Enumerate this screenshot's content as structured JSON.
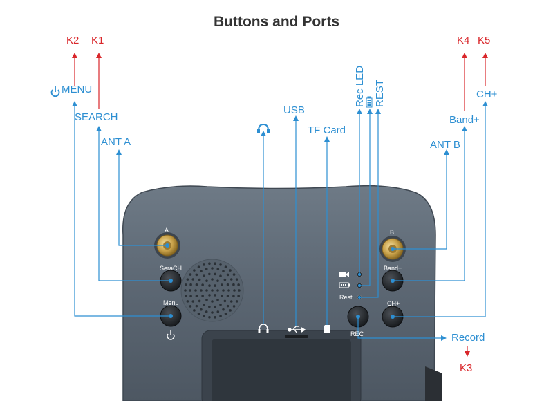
{
  "title": "Buttons and Ports",
  "colors": {
    "callout": "#2d8fd2",
    "key": "#d9262a",
    "device": "#5c6773"
  },
  "callouts": {
    "menu": "MENU",
    "search": "SEARCH",
    "ant_a": "ANT A",
    "usb": "USB",
    "tf_card": "TF Card",
    "rec_led": "Rec LED",
    "rest": "REST",
    "ant_b": "ANT B",
    "band_plus": "Band+",
    "ch_plus": "CH+",
    "record": "Record"
  },
  "keys": {
    "k1": "K1",
    "k2": "K2",
    "k3": "K3",
    "k4": "K4",
    "k5": "K5"
  },
  "device_labels": {
    "a": "A",
    "b": "B",
    "serach": "SeraCH",
    "menu": "Menu",
    "band_plus": "Band+",
    "ch_plus": "CH+",
    "rec": "REC",
    "rest": "Rest"
  },
  "icons": [
    "power-icon",
    "headphone-icon",
    "battery-icon",
    "camera-icon",
    "usb-icon",
    "sd-card-icon"
  ]
}
